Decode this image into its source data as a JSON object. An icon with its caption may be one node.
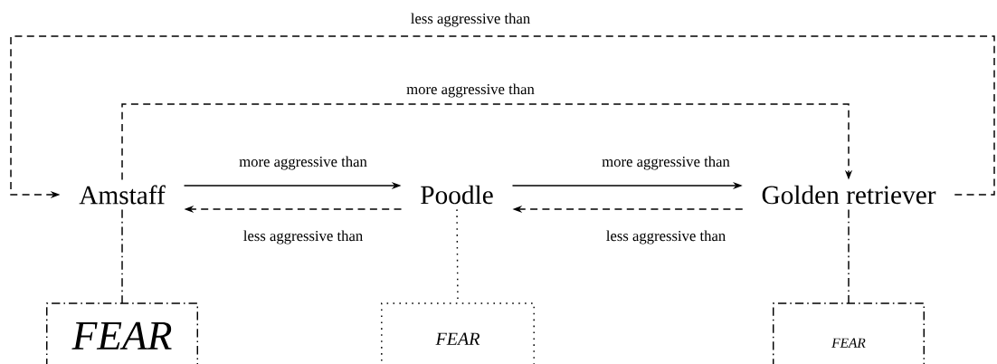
{
  "diagram": {
    "nodes": [
      {
        "text": [
          "Amstaff"
        ]
      },
      {
        "text": [
          "Poodle"
        ]
      },
      {
        "text": [
          "Golden retriever"
        ]
      },
      {
        "text": [
          "FEAR"
        ]
      },
      {
        "text": [
          "FEAR"
        ]
      },
      {
        "text": [
          "FEAR"
        ]
      }
    ],
    "edges": [
      {
        "from": 0,
        "to": 1,
        "arrow": "to",
        "label": "more aggressive than"
      },
      {
        "from": 1,
        "to": 0,
        "arrow": "to",
        "label": "less aggressive than",
        "style": "dashed"
      },
      {
        "from": 1,
        "to": 2,
        "arrow": "to",
        "label": "more aggressive than"
      },
      {
        "from": 2,
        "to": 1,
        "arrow": "to",
        "label": "less aggressive than",
        "style": "dashed"
      },
      {
        "from": 0,
        "to": 2,
        "arrow": "to",
        "label": "more aggressive than",
        "style": "dashed"
      },
      {
        "from": 2,
        "to": 0,
        "arrow": "to",
        "label": "less aggressive than",
        "style": "dashed"
      },
      {
        "from": 0,
        "to": 3,
        "arrow": "none",
        "style": "dashed"
      },
      {
        "from": 1,
        "to": 4,
        "arrow": "none",
        "style": "dashed"
      },
      {
        "from": 2,
        "to": 5,
        "arrow": "none",
        "style": "dashed"
      }
    ]
  }
}
